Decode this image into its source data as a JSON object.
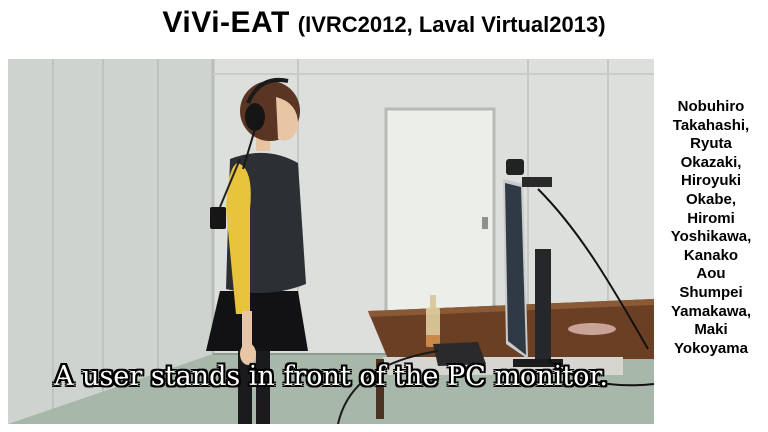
{
  "title": {
    "main": "ViVi-EAT",
    "sub": "(IVRC2012, Laval Virtual2013)"
  },
  "video": {
    "caption": "A user stands in front of the PC monitor."
  },
  "authors": {
    "lines": [
      "Nobuhiro",
      "Takahashi,",
      "Ryuta",
      "Okazaki,",
      "Hiroyuki",
      "Okabe,",
      "Hiromi",
      "Yoshikawa,",
      "Kanako",
      "Aou",
      "Shumpei",
      "Yamakawa,",
      "Maki",
      "Yokoyama"
    ]
  }
}
